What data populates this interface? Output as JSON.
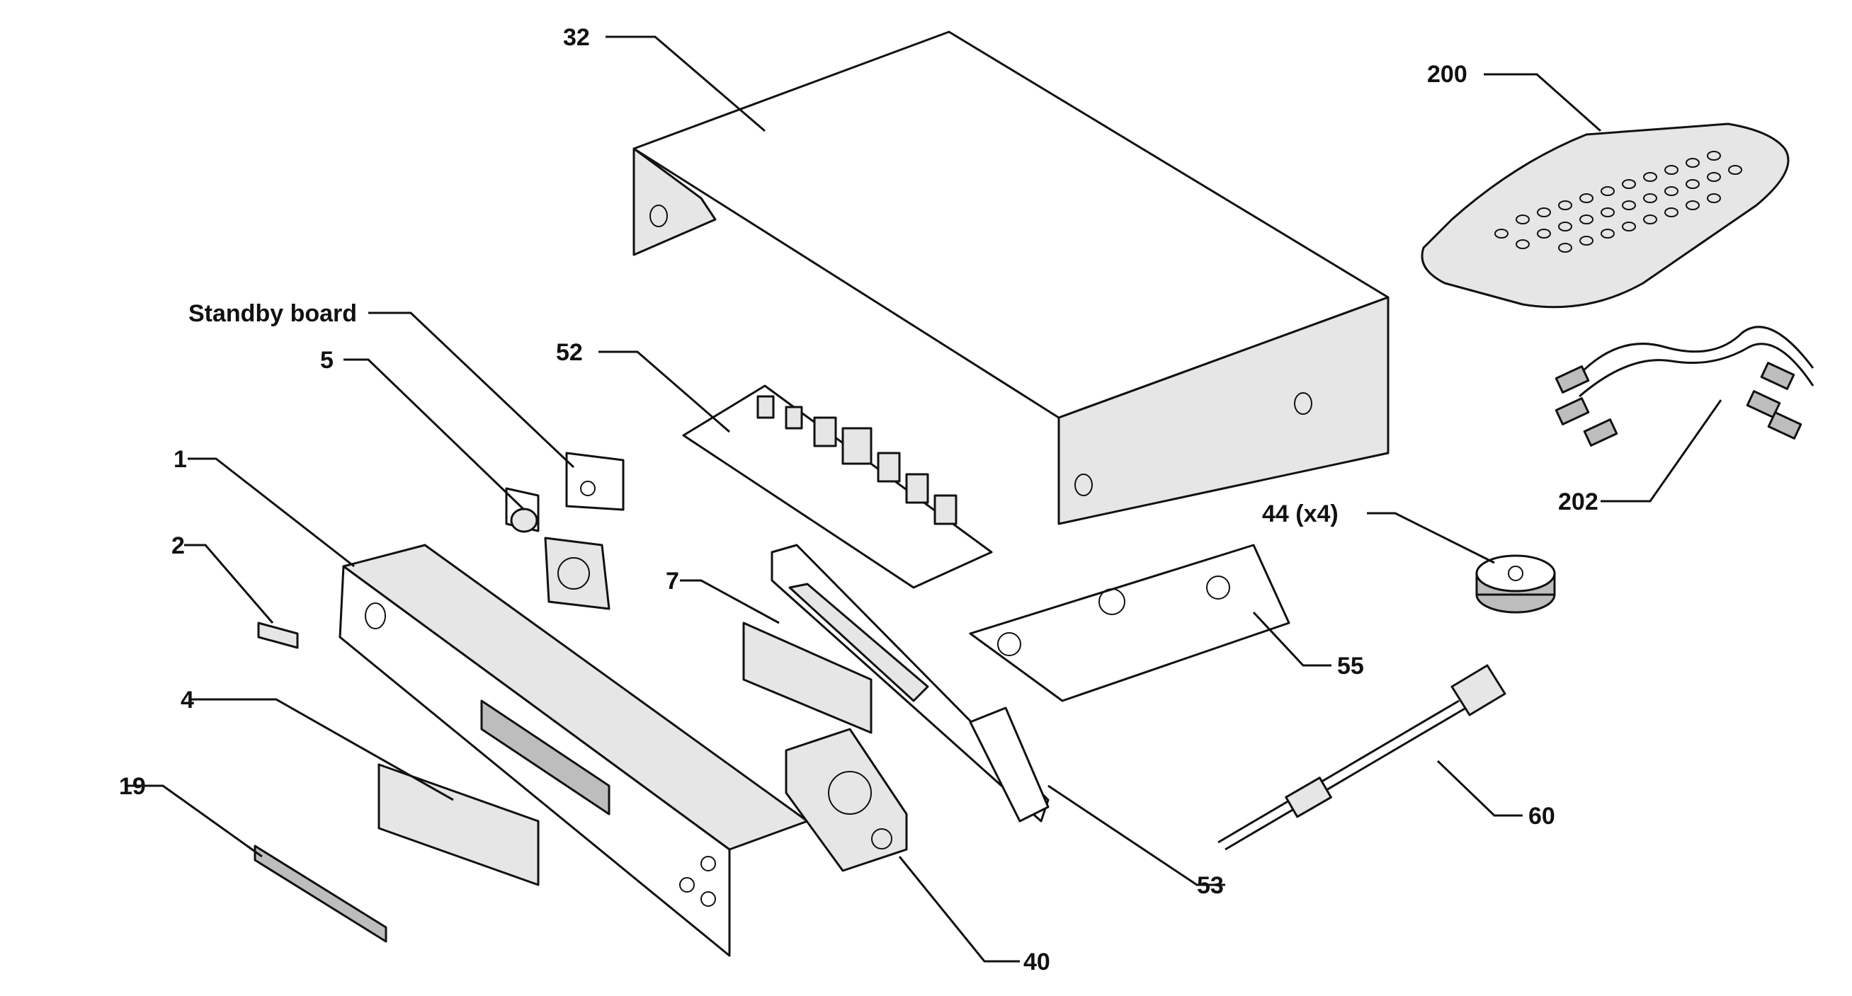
{
  "callouts": {
    "c32": "32",
    "c200": "200",
    "c_standby": "Standby board",
    "c5": "5",
    "c52": "52",
    "c1": "1",
    "c2": "2",
    "c4": "4",
    "c19": "19",
    "c7": "7",
    "c44": "44 (x4)",
    "c202": "202",
    "c55": "55",
    "c60": "60",
    "c53": "53",
    "c40": "40"
  }
}
